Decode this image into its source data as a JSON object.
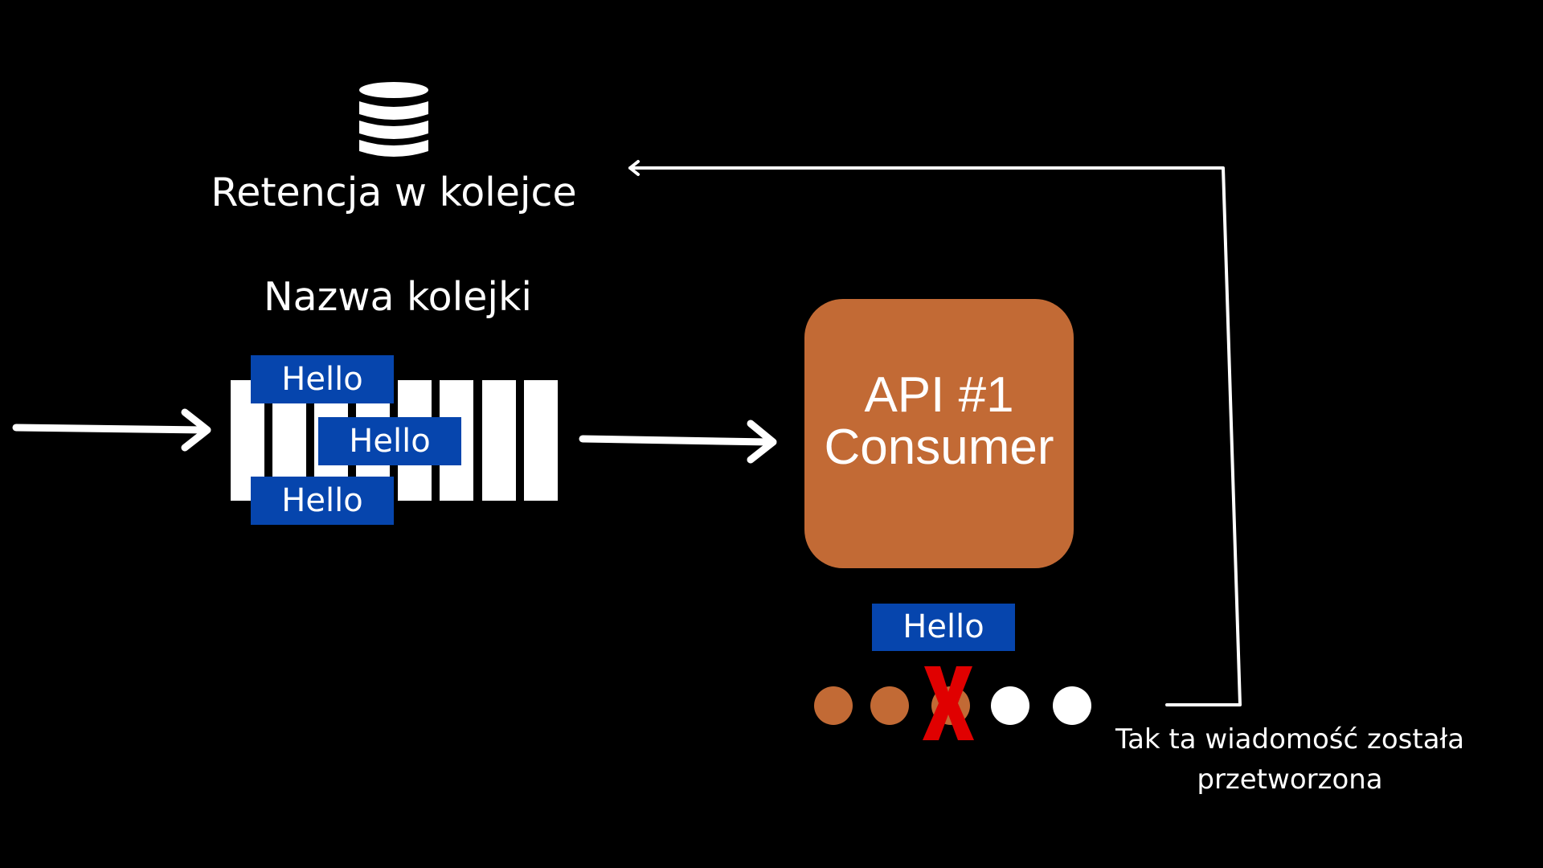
{
  "retention": {
    "label": "Retencja w kolejce",
    "icon": "database-icon"
  },
  "queue": {
    "name": "Nazwa kolejki",
    "messages": [
      "Hello",
      "Hello",
      "Hello"
    ]
  },
  "consumer": {
    "title": "API #1",
    "role": "Consumer"
  },
  "current_message": "Hello",
  "offsets": {
    "consumed_color": "#c26a35",
    "pending_color": "#ffffff",
    "items": [
      "consumed",
      "consumed",
      "consumed",
      "pending",
      "pending"
    ],
    "failed_marker": "X"
  },
  "processed_note": "Tak ta wiadomość została przetworzona",
  "colors": {
    "background": "#000000",
    "consumer": "#c26a35",
    "message": "#0645ad",
    "failure": "#e00000",
    "arrows": "#ffffff"
  }
}
